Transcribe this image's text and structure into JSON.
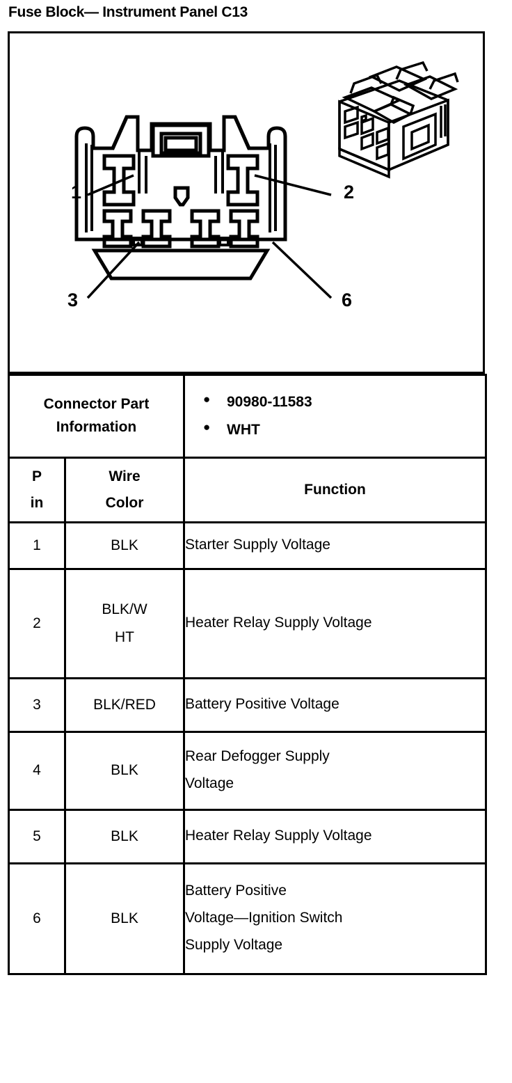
{
  "document": {
    "title": "Fuse Block— Instrument Panel C13"
  },
  "diagram": {
    "name": "connector-face-and-isometric-view",
    "callouts": [
      {
        "label": "1",
        "position": "left-top"
      },
      {
        "label": "2",
        "position": "right-top"
      },
      {
        "label": "3",
        "position": "left-bottom"
      },
      {
        "label": "6",
        "position": "right-bottom"
      }
    ],
    "terminal_count_top_row": 2,
    "terminal_count_bottom_row": 4
  },
  "connector_part_information": {
    "label_line1": "Connector Part",
    "label_line2": "Information",
    "bullet_glyph": "●",
    "items": [
      "90980-11583",
      "WHT"
    ]
  },
  "pin_table": {
    "headers": {
      "pin_line1": "P",
      "pin_line2": "in",
      "wire_line1": "Wire",
      "wire_line2": "Color",
      "function": "Function"
    },
    "rows": [
      {
        "pin": "1",
        "wire_color_line1": "BLK",
        "wire_color_line2": "",
        "function_line1": "Starter Supply Voltage",
        "function_line2": "",
        "function_line3": ""
      },
      {
        "pin": "2",
        "wire_color_line1": "BLK/W",
        "wire_color_line2": "HT",
        "function_line1": "Heater Relay Supply Voltage",
        "function_line2": "",
        "function_line3": ""
      },
      {
        "pin": "3",
        "wire_color_line1": "BLK/RED",
        "wire_color_line2": "",
        "function_line1": "Battery Positive Voltage",
        "function_line2": "",
        "function_line3": ""
      },
      {
        "pin": "4",
        "wire_color_line1": "BLK",
        "wire_color_line2": "",
        "function_line1": "Rear Defogger Supply",
        "function_line2": "Voltage",
        "function_line3": ""
      },
      {
        "pin": "5",
        "wire_color_line1": "BLK",
        "wire_color_line2": "",
        "function_line1": "Heater Relay Supply Voltage",
        "function_line2": "",
        "function_line3": ""
      },
      {
        "pin": "6",
        "wire_color_line1": "BLK",
        "wire_color_line2": "",
        "function_line1": "Battery Positive",
        "function_line2": "Voltage—Ignition Switch",
        "function_line3": "Supply Voltage"
      }
    ]
  },
  "colors": {
    "ink": "#000000",
    "paper": "#ffffff"
  }
}
